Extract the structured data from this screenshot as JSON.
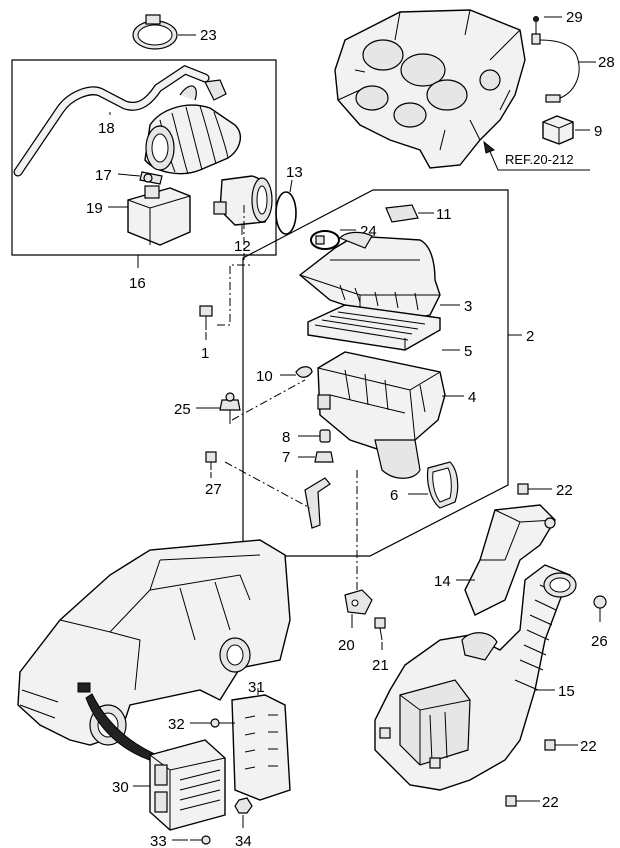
{
  "callouts": {
    "c1": "1",
    "c2": "2",
    "c3": "3",
    "c4": "4",
    "c5": "5",
    "c6": "6",
    "c7": "7",
    "c8": "8",
    "c9": "9",
    "c10": "10",
    "c11": "11",
    "c12": "12",
    "c13": "13",
    "c14": "14",
    "c15": "15",
    "c16": "16",
    "c17": "17",
    "c18": "18",
    "c19": "19",
    "c20": "20",
    "c21": "21",
    "c22a": "22",
    "c22b": "22",
    "c22c": "22",
    "c23": "23",
    "c24": "24",
    "c25": "25",
    "c26": "26",
    "c27": "27",
    "c28": "28",
    "c29": "29",
    "c30": "30",
    "c31": "31",
    "c32": "32",
    "c33": "33",
    "c34": "34"
  },
  "reference": {
    "engine_block": "REF.20-212"
  }
}
